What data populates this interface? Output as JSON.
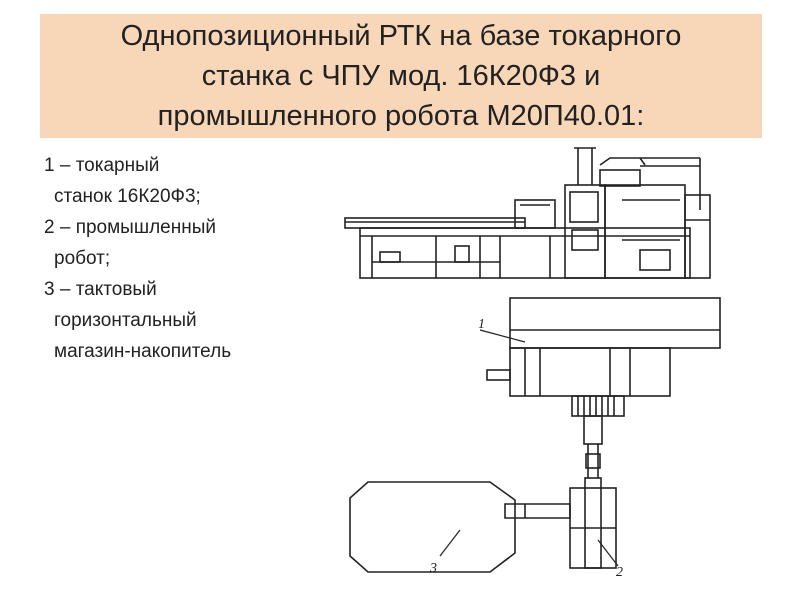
{
  "title": {
    "lines": [
      "Однопозиционный РТК на базе токарного",
      "станка с ЧПУ мод. 16К20Ф3 и",
      "промышленного робота М20П40.01:"
    ]
  },
  "legend": {
    "items": [
      {
        "lines": [
          "1 – токарный",
          "станок 16К20Ф3;"
        ]
      },
      {
        "lines": [
          "2 – промышленный",
          "робот;"
        ]
      },
      {
        "lines": [
          "3 – тактовый",
          "горизонтальный",
          "магазин-накопитель"
        ]
      }
    ]
  },
  "diagram": {
    "callouts": {
      "lathe": "1",
      "robot": "2",
      "magazine": "3"
    },
    "colors": {
      "stroke": "#222222",
      "title_bg": "#f8d6b8"
    }
  }
}
